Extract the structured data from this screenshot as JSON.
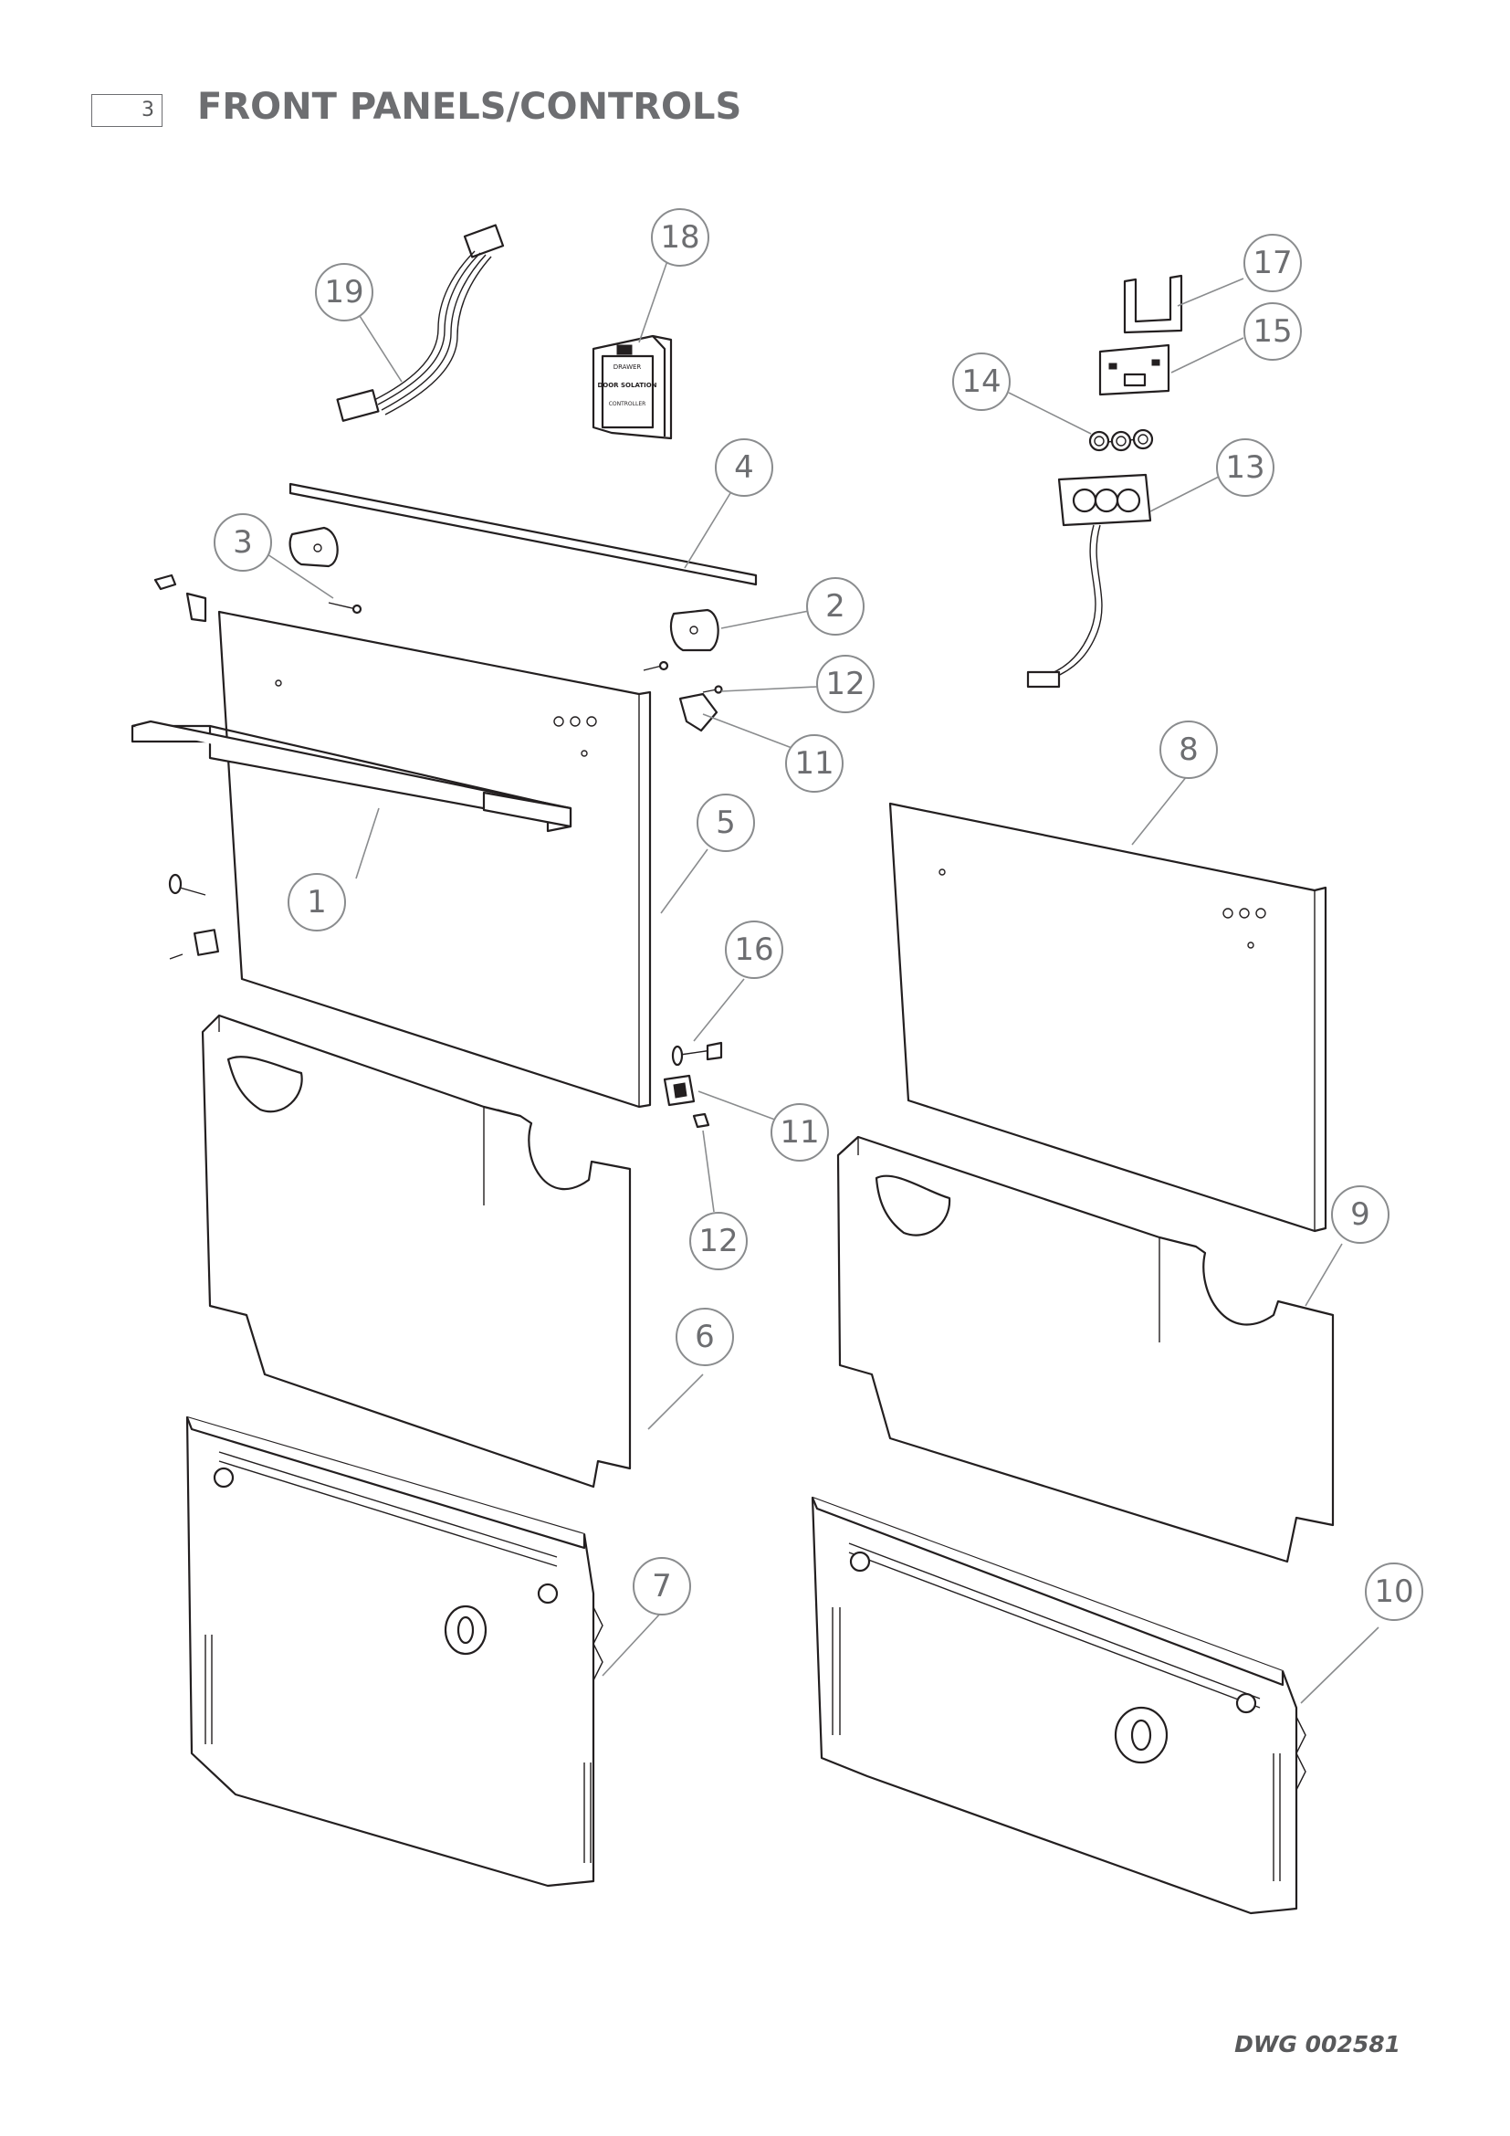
{
  "header": {
    "section_number": "3",
    "title": "FRONT PANELS/CONTROLS"
  },
  "footer": {
    "drawing_number": "DWG 002581"
  },
  "colors": {
    "title_gray": "#6d6e71",
    "callout_gray": "#8a8c8e",
    "line_art": "#231f20"
  },
  "callouts": [
    {
      "label": "1",
      "part": "door-handle"
    },
    {
      "label": "2",
      "part": "handle-end-cap-right"
    },
    {
      "label": "3",
      "part": "handle-end-cap-left"
    },
    {
      "label": "4",
      "part": "top-trim-strip"
    },
    {
      "label": "5",
      "part": "upper-front-panel"
    },
    {
      "label": "6",
      "part": "upper-insulation-panel"
    },
    {
      "label": "7",
      "part": "upper-inner-frame"
    },
    {
      "label": "8",
      "part": "lower-front-panel"
    },
    {
      "label": "9",
      "part": "lower-insulation-panel"
    },
    {
      "label": "10",
      "part": "lower-inner-frame"
    },
    {
      "label": "11",
      "part": "panel-bracket-upper"
    },
    {
      "label": "11",
      "part": "panel-bracket-lower"
    },
    {
      "label": "12",
      "part": "bracket-screw-upper"
    },
    {
      "label": "12",
      "part": "bracket-screw-lower"
    },
    {
      "label": "13",
      "part": "control-panel-housing"
    },
    {
      "label": "14",
      "part": "control-buttons"
    },
    {
      "label": "15",
      "part": "control-circuit-board"
    },
    {
      "label": "16",
      "part": "panel-mounting-screw"
    },
    {
      "label": "17",
      "part": "board-retaining-clip"
    },
    {
      "label": "18",
      "part": "isolator-module"
    },
    {
      "label": "19",
      "part": "wiring-harness"
    }
  ],
  "module_label": {
    "line1": "DRAWER",
    "line2": "DOOR SOLATION",
    "line3": "CONTROLLER"
  }
}
